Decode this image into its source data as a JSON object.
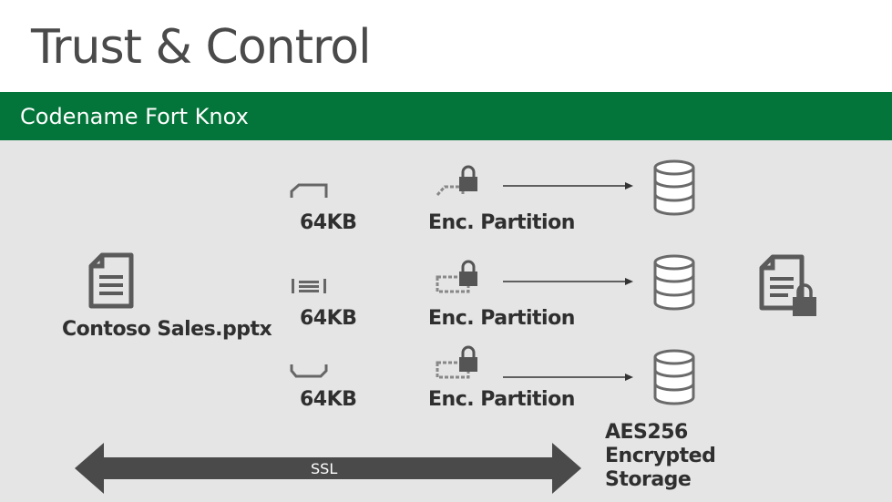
{
  "title": "Trust & Control",
  "banner": "Codename Fort Knox",
  "source_file": "Contoso Sales.pptx",
  "chunks": [
    {
      "size": "64KB",
      "partition": "Enc. Partition"
    },
    {
      "size": "64KB",
      "partition": "Enc. Partition"
    },
    {
      "size": "64KB",
      "partition": "Enc. Partition"
    }
  ],
  "storage_label": "AES256\nEncrypted\nStorage",
  "transport": "SSL",
  "colors": {
    "accent": "#04753a",
    "panel": "#e5e5e5",
    "arrow": "#4a4a4a"
  }
}
